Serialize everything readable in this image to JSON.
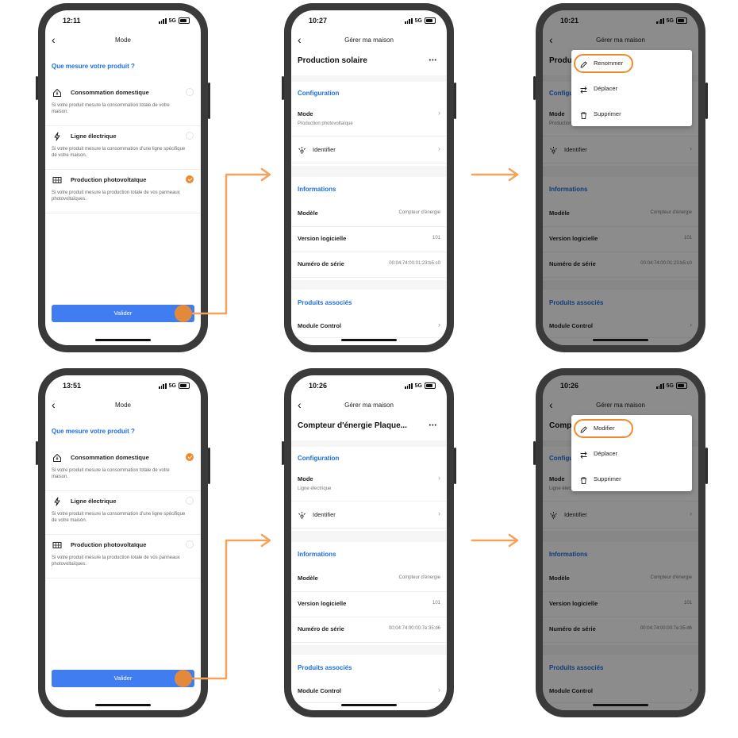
{
  "accent_color": "#f08a2c",
  "link_color": "#1f6fe0",
  "button_color": "#3f7df0",
  "mode_screens": [
    {
      "time": "12:11",
      "network": "5G",
      "nav_title": "Mode",
      "question": "Que mesure votre produit ?",
      "selected_index": 2,
      "options": [
        {
          "title": "Consommation domestique",
          "desc": "Si votre produit mesure la consommation totale de votre maison.",
          "icon": "house-icon"
        },
        {
          "title": "Ligne électrique",
          "desc": "Si votre produit mesure la consommation d'une ligne spécifique de votre maison.",
          "icon": "bolt-icon"
        },
        {
          "title": "Production photovoltaïque",
          "desc": "Si votre produit mesure la production totale de vos panneaux photovoltaïques.",
          "icon": "solar-panel-icon"
        }
      ],
      "button": "Valider"
    },
    {
      "time": "13:51",
      "network": "5G",
      "nav_title": "Mode",
      "question": "Que mesure votre produit ?",
      "selected_index": 0,
      "options": [
        {
          "title": "Consommation domestique",
          "desc": "Si votre produit mesure la consommation totale de votre maison.",
          "icon": "house-icon"
        },
        {
          "title": "Ligne électrique",
          "desc": "Si votre produit mesure la consommation d'une ligne spécifique de votre maison.",
          "icon": "bolt-icon"
        },
        {
          "title": "Production photovoltaïque",
          "desc": "Si votre produit mesure la production totale de vos panneaux photovoltaïques.",
          "icon": "solar-panel-icon"
        }
      ],
      "button": "Valider"
    }
  ],
  "detail_screens": [
    {
      "time": "10:27",
      "network": "5G",
      "nav_title": "Gérer ma maison",
      "title": "Production solaire",
      "config_header": "Configuration",
      "mode_label": "Mode",
      "mode_value": "Production photovoltaïque",
      "identify_label": "Identifier",
      "info_header": "Informations",
      "model_label": "Modèle",
      "model_value": "Compteur d'énergie",
      "version_label": "Version logicielle",
      "version_value": "101",
      "serial_label": "Numéro de série",
      "serial_value": "00:04:74:00:01:23:b5:c0",
      "assoc_header": "Produits associés",
      "assoc_item": "Module Control"
    },
    {
      "time": "10:26",
      "network": "5G",
      "nav_title": "Gérer ma maison",
      "title": "Compteur d'énergie Plaque...",
      "config_header": "Configuration",
      "mode_label": "Mode",
      "mode_value": "Ligne électrique",
      "identify_label": "Identifier",
      "info_header": "Informations",
      "model_label": "Modèle",
      "model_value": "Compteur d'énergie",
      "version_label": "Version logicielle",
      "version_value": "101",
      "serial_label": "Numéro de série",
      "serial_value": "00:04:74:00:00:7e:35:d6",
      "assoc_header": "Produits associés",
      "assoc_item": "Module Control"
    }
  ],
  "menu_screens": [
    {
      "time": "10:21",
      "network": "5G",
      "nav_title": "Gérer ma maison",
      "title_partial": "Produ",
      "config_header": "Configura",
      "mode_label": "Mode",
      "mode_value": "Production photovoltaïque",
      "identify_label": "Identifier",
      "info_header": "Informations",
      "model_label": "Modèle",
      "model_value": "Compteur d'énergie",
      "version_label": "Version logicielle",
      "version_value": "101",
      "serial_label": "Numéro de série",
      "serial_value": "00:04:74:00:01:23:b5:c0",
      "assoc_header": "Produits associés",
      "assoc_item": "Module Control",
      "menu": [
        {
          "label": "Renommer",
          "icon": "pencil-icon"
        },
        {
          "label": "Déplacer",
          "icon": "swap-arrows-icon"
        },
        {
          "label": "Supprimer",
          "icon": "trash-icon"
        }
      ]
    },
    {
      "time": "10:26",
      "network": "5G",
      "nav_title": "Gérer ma maison",
      "title_partial": "Comp",
      "config_header": "Configura",
      "mode_label": "Mode",
      "mode_value": "Ligne électrique",
      "identify_label": "Identifier",
      "info_header": "Informations",
      "model_label": "Modèle",
      "model_value": "Compteur d'énergie",
      "version_label": "Version logicielle",
      "version_value": "101",
      "serial_label": "Numéro de série",
      "serial_value": "00:04:74:00:00:7e:35:d6",
      "assoc_header": "Produits associés",
      "assoc_item": "Module Control",
      "menu": [
        {
          "label": "Modifier",
          "icon": "pencil-icon"
        },
        {
          "label": "Déplacer",
          "icon": "swap-arrows-icon"
        },
        {
          "label": "Supprimer",
          "icon": "trash-icon"
        }
      ]
    }
  ]
}
